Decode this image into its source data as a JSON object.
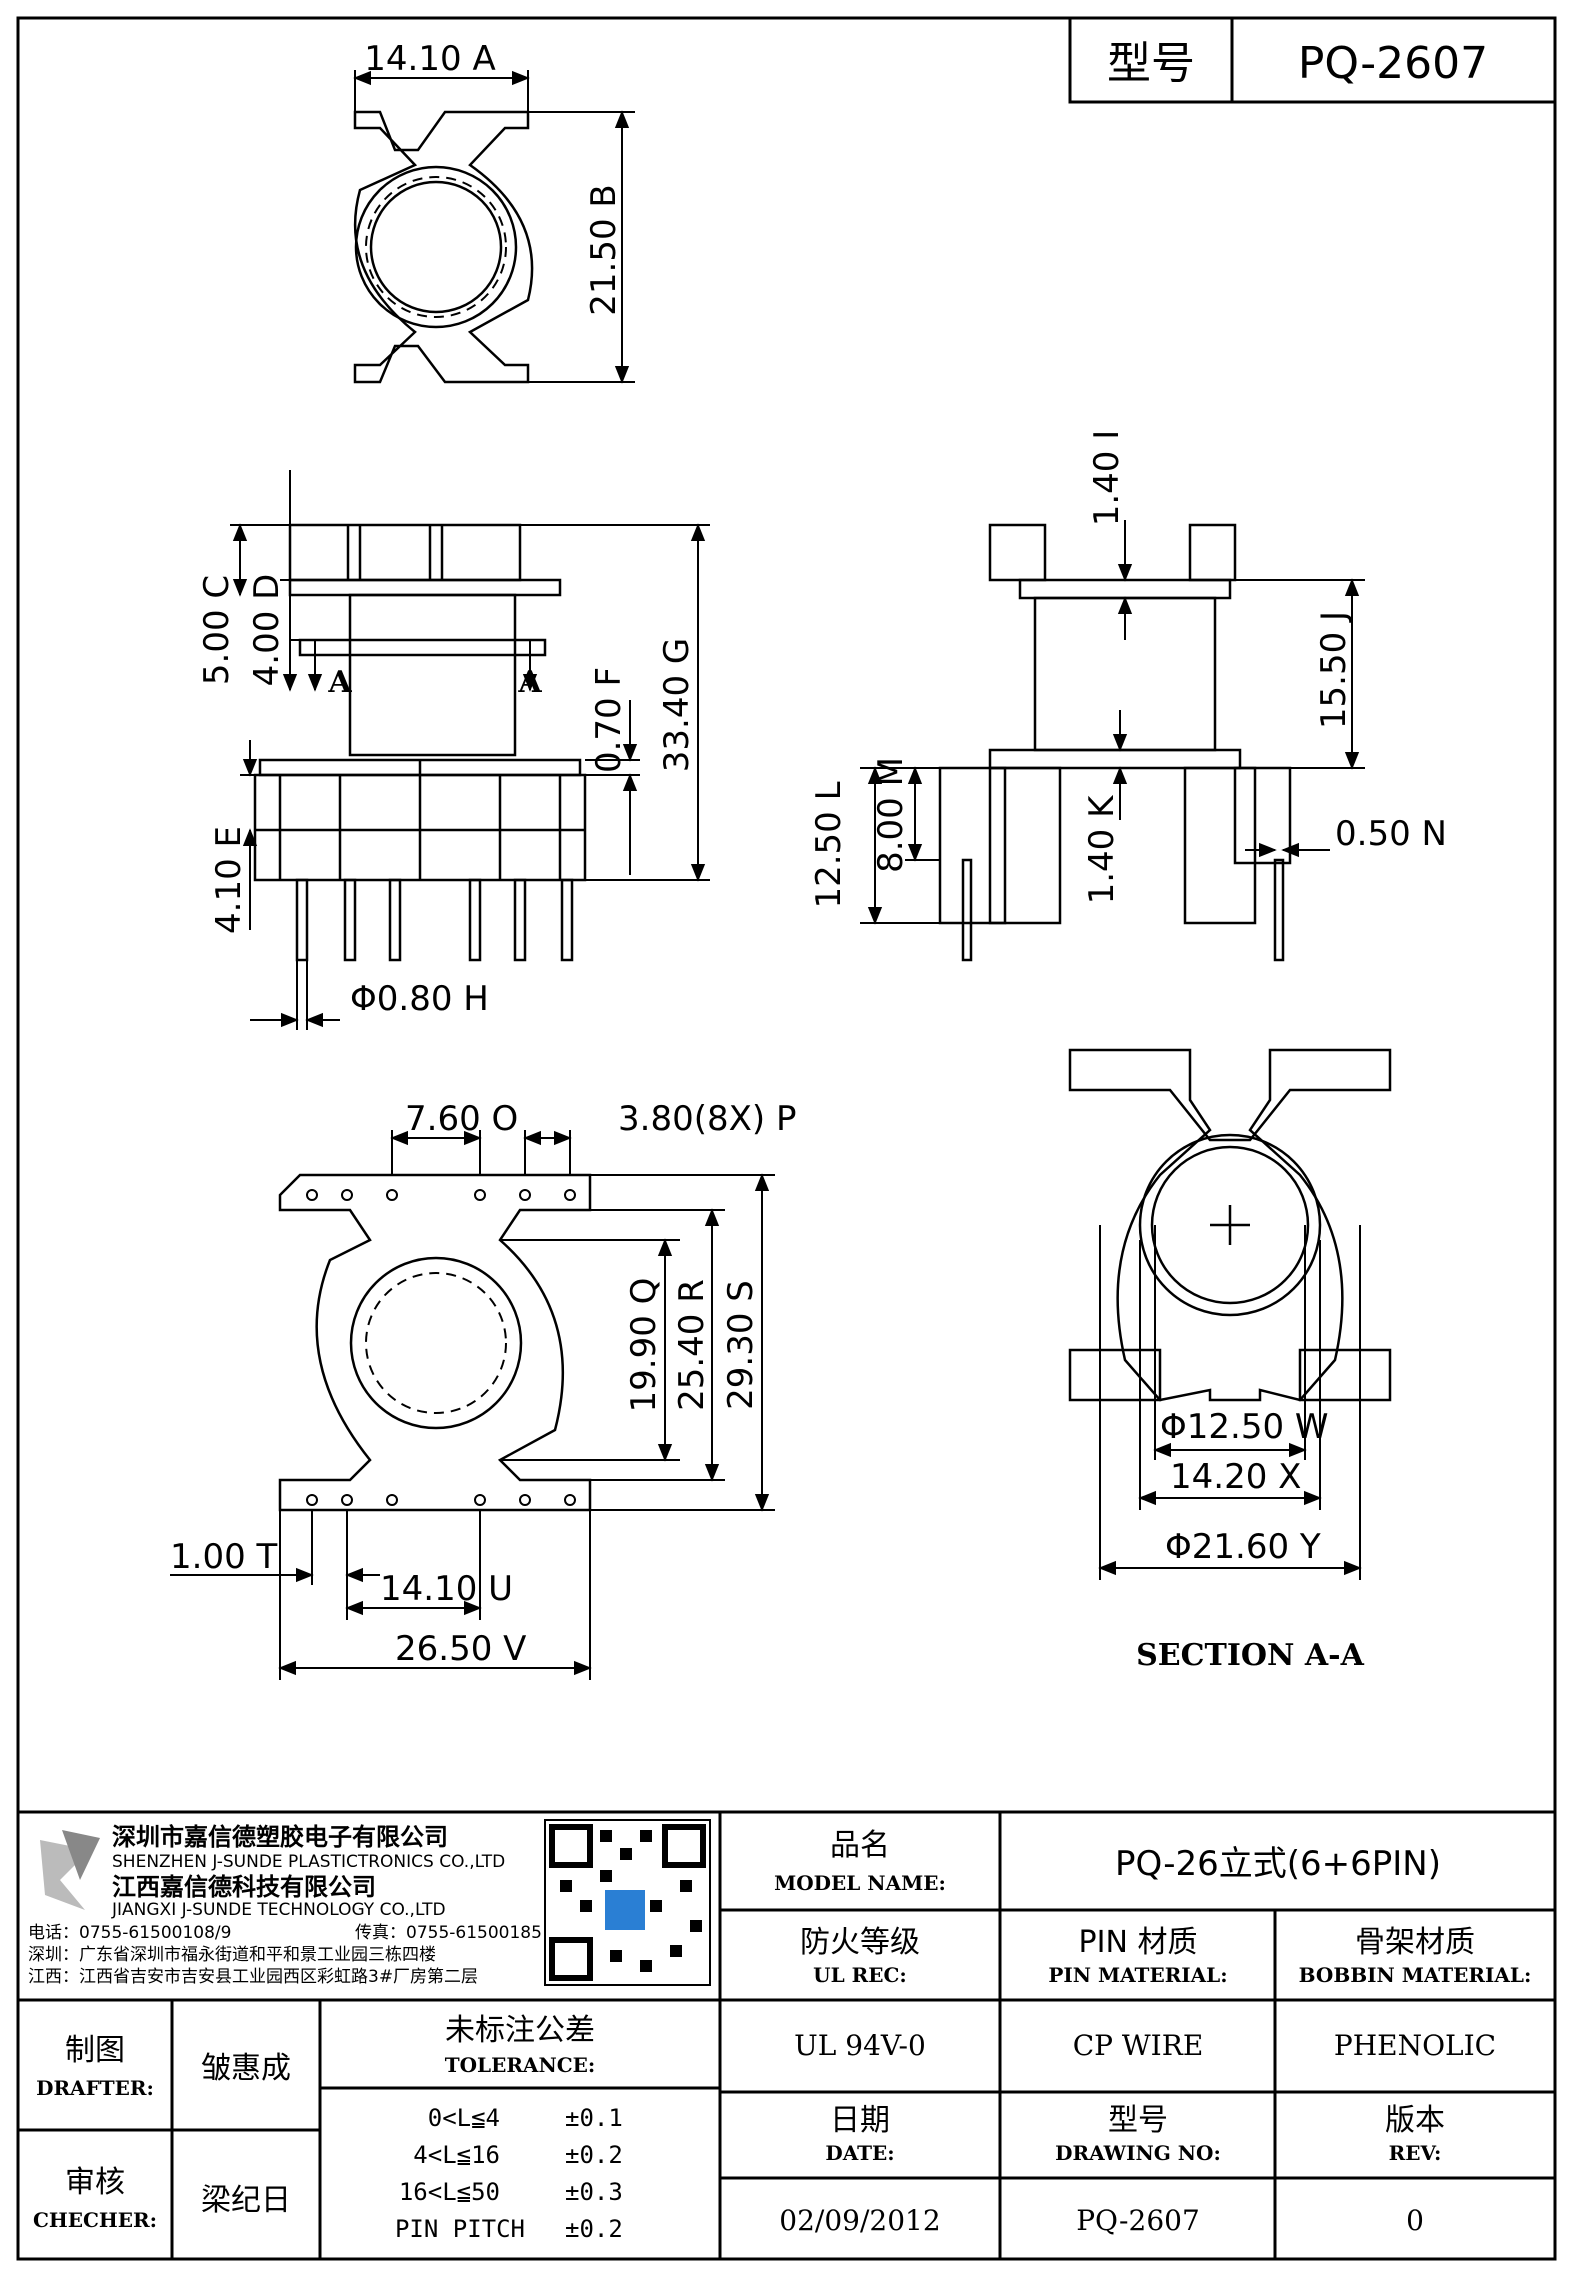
{
  "title_block": {
    "model_label": "型号",
    "model_value": "PQ-2607"
  },
  "dimensions": {
    "A": "14.10",
    "B": "21.50",
    "C": "5.00",
    "D": "4.00",
    "E": "4.10",
    "F": "0.70",
    "G": "33.40",
    "H": "Φ0.80",
    "I": "1.40",
    "J": "15.50",
    "K": "1.40",
    "L": "12.50",
    "M": "8.00",
    "N": "0.50",
    "O": "7.60",
    "P": "3.80(8X)",
    "Q": "19.90",
    "R": "25.40",
    "S": "29.30",
    "T": "1.00",
    "U": "14.10",
    "V": "26.50",
    "W": "Φ12.50",
    "X": "14.20",
    "Y": "Φ21.60"
  },
  "markers": [
    "A",
    "B",
    "C",
    "D",
    "E",
    "F",
    "G",
    "H",
    "I",
    "J",
    "K",
    "L",
    "M",
    "N",
    "O",
    "P",
    "Q",
    "R",
    "S",
    "T",
    "U",
    "V",
    "W",
    "X",
    "Y"
  ],
  "section_marks": [
    "A",
    "A"
  ],
  "section_label": "SECTION A-A",
  "company": {
    "name_sz": "深圳市嘉信德塑胶电子有限公司",
    "name_sz_en": "SHENZHEN J-SUNDE PLASTICTRONICS CO.,LTD",
    "name_jx": "江西嘉信德科技有限公司",
    "name_jx_en": "JIANGXI J-SUNDE TECHNOLOGY CO.,LTD",
    "tel": "电话：0755-61500108/9",
    "fax": "传真：0755-61500185",
    "addr_sz": "深圳：广东省深圳市福永街道和平和景工业园三栋四楼",
    "addr_jx": "江西：江西省吉安市吉安县工业园西区彩虹路3#厂房第二层"
  },
  "info": {
    "model_name_cn": "品名",
    "model_name_en": "MODEL NAME:",
    "model_name_value": "PQ-26立式(6+6PIN)",
    "ul_cn": "防火等级",
    "ul_en": "UL REC:",
    "pin_cn": "PIN 材质",
    "pin_en": "PIN MATERIAL:",
    "bobbin_cn": "骨架材质",
    "bobbin_en": "BOBBIN MATERIAL:",
    "ul_value": "UL 94V-0",
    "pin_value": "CP WIRE",
    "bobbin_value": "PHENOLIC",
    "date_cn": "日期",
    "date_en": "DATE:",
    "drawing_cn": "型号",
    "drawing_en": "DRAWING NO:",
    "rev_cn": "版本",
    "rev_en": "REV:",
    "date_value": "02/09/2012",
    "drawing_value": "PQ-2607",
    "rev_value": "0"
  },
  "signoff": {
    "drafter_cn": "制图",
    "drafter_en": "DRAFTER:",
    "drafter_name": "皱惠成",
    "checker_cn": "审核",
    "checker_en": "CHECHER:",
    "checker_name": "梁纪日"
  },
  "tolerance": {
    "title_cn": "未标注公差",
    "title_en": "TOLERANCE:",
    "rows": [
      {
        "range": "0<L≦4",
        "value": "±0.1"
      },
      {
        "range": "4<L≦16",
        "value": "±0.2"
      },
      {
        "range": "16<L≦50",
        "value": "±0.3"
      },
      {
        "range": "PIN PITCH",
        "value": "±0.2"
      }
    ]
  }
}
